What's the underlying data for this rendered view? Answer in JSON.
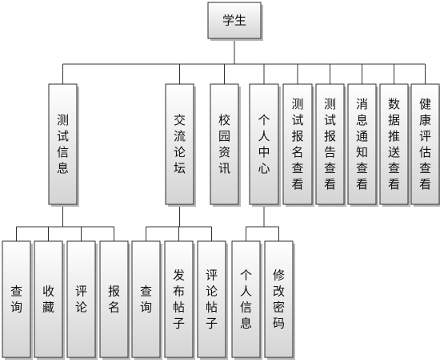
{
  "diagram": {
    "root": "学生",
    "level1": [
      {
        "id": "test-info",
        "label": "测试信息"
      },
      {
        "id": "forum",
        "label": "交流论坛"
      },
      {
        "id": "campus-news",
        "label": "校园资讯"
      },
      {
        "id": "personal-center",
        "label": "个人中心"
      },
      {
        "id": "test-registration-view",
        "label": "测试报名查看"
      },
      {
        "id": "test-report-view",
        "label": "测试报告查看"
      },
      {
        "id": "notification-view",
        "label": "消息通知查看"
      },
      {
        "id": "data-push-view",
        "label": "数据推送查看"
      },
      {
        "id": "health-assessment-view",
        "label": "健康评估查看"
      }
    ],
    "level2": {
      "test-info": [
        {
          "id": "query",
          "label": "查询"
        },
        {
          "id": "favorite",
          "label": "收藏"
        },
        {
          "id": "comment",
          "label": "评论"
        },
        {
          "id": "register",
          "label": "报名"
        }
      ],
      "forum": [
        {
          "id": "query",
          "label": "查询"
        },
        {
          "id": "post",
          "label": "发布帖子"
        },
        {
          "id": "comment-post",
          "label": "评论帖子"
        }
      ],
      "personal-center": [
        {
          "id": "personal-info",
          "label": "个人信息"
        },
        {
          "id": "change-password",
          "label": "修改密码"
        }
      ]
    },
    "colors": {
      "box_top": "#ffffff",
      "box_bottom": "#d4d4d4",
      "border": "#2b2b2b",
      "line": "#333333",
      "text": "#111111"
    }
  }
}
